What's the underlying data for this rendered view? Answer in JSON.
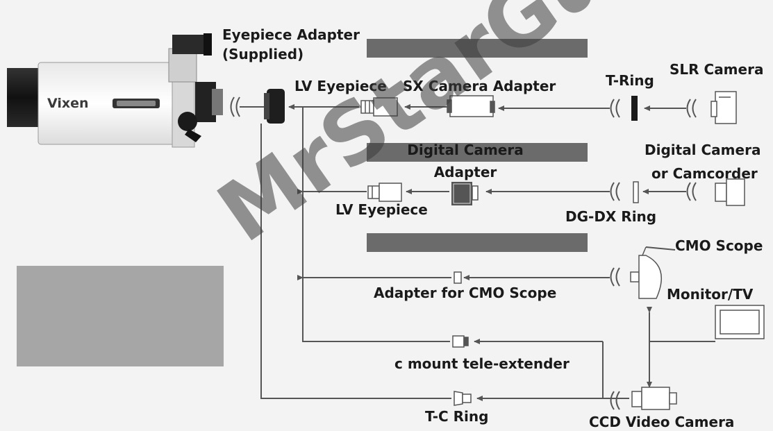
{
  "telescope": {
    "brand": "Vixen"
  },
  "labels": {
    "eyepiece_adapter": "Eyepiece Adapter",
    "eyepiece_adapter_note": "(Supplied)",
    "lv_eyepiece_top": "LV Eyepiece",
    "sx_camera_adapter": "SX Camera Adapter",
    "t_ring": "T-Ring",
    "slr_camera": "SLR Camera",
    "digital_camera_adapter_line1": "Digital Camera",
    "digital_camera_adapter_line2": "Adapter",
    "digital_camera_line1": "Digital Camera",
    "digital_camera_line2": "or Camcorder",
    "lv_eyepiece_mid": "LV Eyepiece",
    "dg_dx_ring": "DG-DX Ring",
    "cmo_scope": "CMO Scope",
    "adapter_for_cmo": "Adapter for CMO Scope",
    "monitor_tv": "Monitor/TV",
    "c_mount_extender": "c mount tele-extender",
    "t_c_ring": "T-C Ring",
    "ccd_video_camera": "CCD Video Camera"
  },
  "watermark": "MrStarGuy",
  "colors": {
    "line": "#555555",
    "bar": "#6b6b6b",
    "panel": "#a6a6a6",
    "background": "#f3f3f3"
  }
}
